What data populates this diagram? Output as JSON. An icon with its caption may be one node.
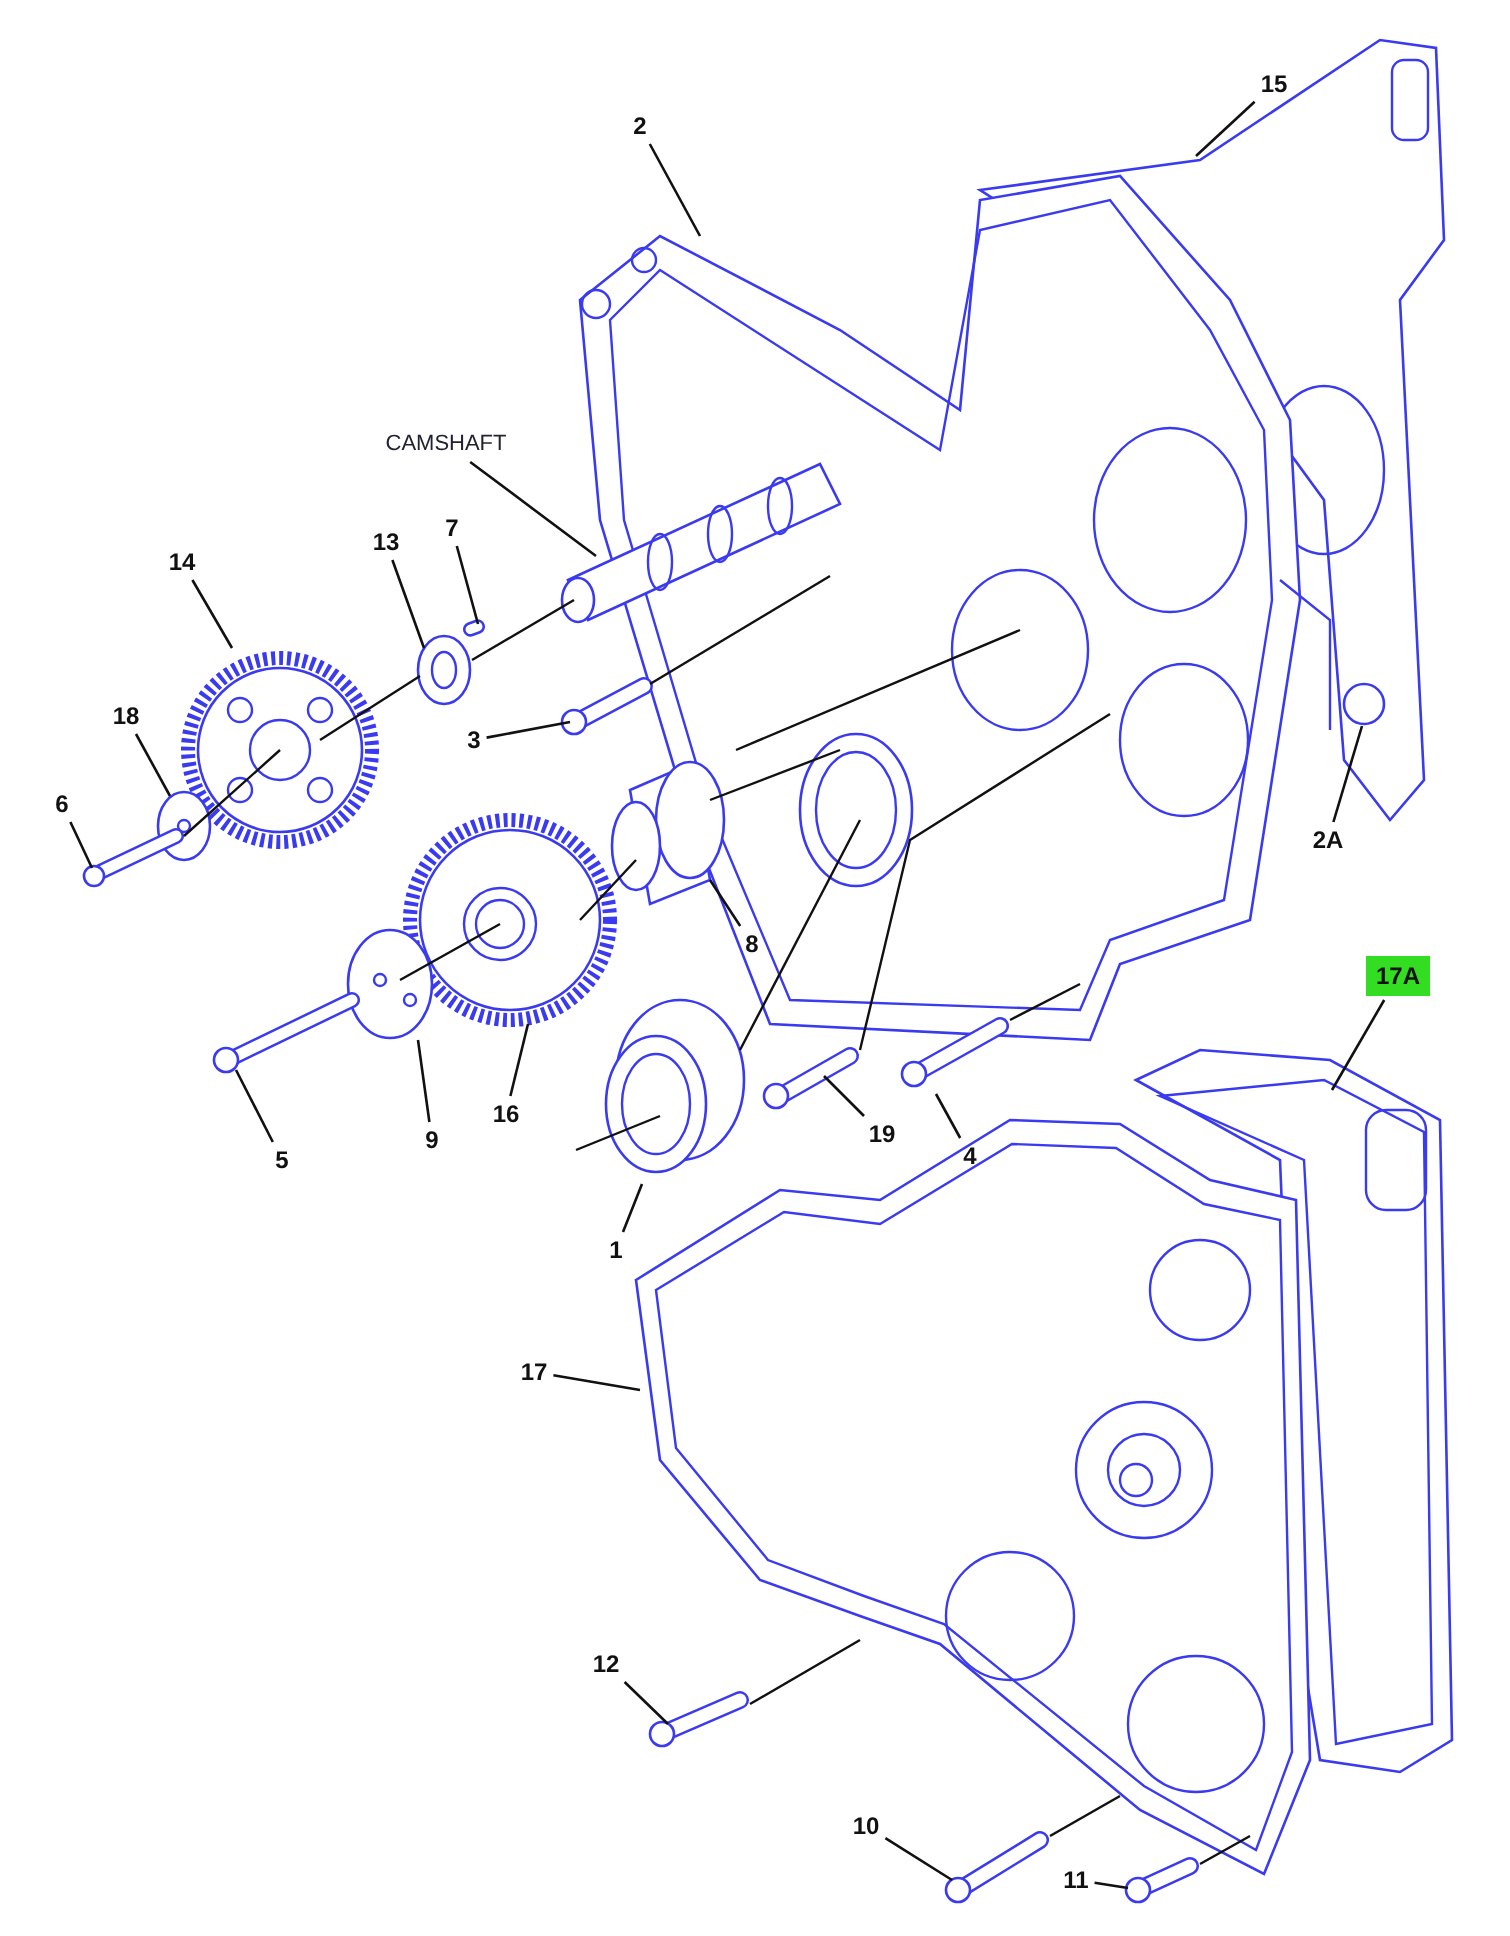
{
  "diagram": {
    "nodes": [
      {
        "text": [
          "15"
        ]
      },
      {
        "text": [
          "2"
        ]
      },
      {
        "text": [
          "CAMSHAFT"
        ]
      },
      {
        "text": [
          "7"
        ]
      },
      {
        "text": [
          "13"
        ]
      },
      {
        "text": [
          "14"
        ]
      },
      {
        "text": [
          "18"
        ]
      },
      {
        "text": [
          "3"
        ]
      },
      {
        "text": [
          "6"
        ]
      },
      {
        "text": [
          "2A"
        ]
      },
      {
        "text": [
          "8"
        ]
      },
      {
        "text": [
          "17A"
        ]
      },
      {
        "text": [
          "19"
        ]
      },
      {
        "text": [
          "9"
        ]
      },
      {
        "text": [
          "16"
        ]
      },
      {
        "text": [
          "5"
        ]
      },
      {
        "text": [
          "4"
        ]
      },
      {
        "text": [
          "1"
        ]
      },
      {
        "text": [
          "17"
        ]
      },
      {
        "text": [
          "12"
        ]
      },
      {
        "text": [
          "10"
        ]
      },
      {
        "text": [
          "11"
        ]
      }
    ],
    "edges": [
      {
        "from": 0,
        "to": null,
        "arrow": "none"
      },
      {
        "from": 1,
        "to": null,
        "arrow": "none"
      },
      {
        "from": 2,
        "to": null,
        "arrow": "none"
      },
      {
        "from": 3,
        "to": null,
        "arrow": "none"
      },
      {
        "from": 4,
        "to": null,
        "arrow": "none"
      },
      {
        "from": 5,
        "to": null,
        "arrow": "none"
      },
      {
        "from": 6,
        "to": null,
        "arrow": "none"
      },
      {
        "from": 7,
        "to": null,
        "arrow": "none"
      },
      {
        "from": 8,
        "to": null,
        "arrow": "none"
      },
      {
        "from": 9,
        "to": null,
        "arrow": "none"
      },
      {
        "from": 10,
        "to": null,
        "arrow": "none"
      },
      {
        "from": 11,
        "to": null,
        "arrow": "none"
      },
      {
        "from": 12,
        "to": null,
        "arrow": "none"
      },
      {
        "from": 13,
        "to": null,
        "arrow": "none"
      },
      {
        "from": 14,
        "to": null,
        "arrow": "none"
      },
      {
        "from": 15,
        "to": null,
        "arrow": "none"
      },
      {
        "from": 16,
        "to": null,
        "arrow": "none"
      },
      {
        "from": 17,
        "to": null,
        "arrow": "none"
      },
      {
        "from": 18,
        "to": null,
        "arrow": "none"
      },
      {
        "from": 19,
        "to": null,
        "arrow": "none"
      },
      {
        "from": 20,
        "to": null,
        "arrow": "none"
      },
      {
        "from": 21,
        "to": null,
        "arrow": "none"
      }
    ]
  }
}
